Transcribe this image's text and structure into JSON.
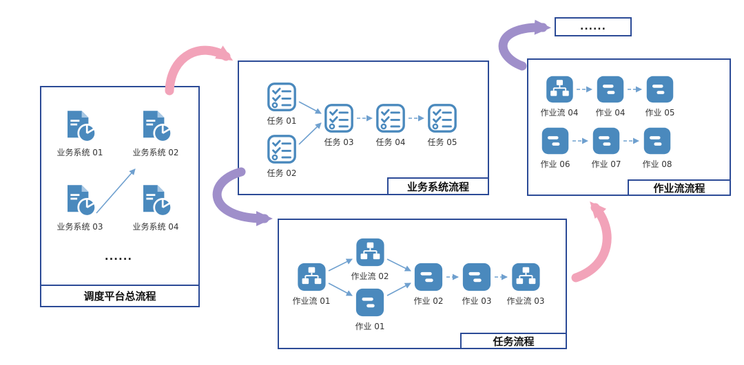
{
  "platform": {
    "title": "调度平台总流程",
    "ellipsis": "......",
    "items": [
      "业务系统 01",
      "业务系统 02",
      "业务系统 03",
      "业务系统 04"
    ]
  },
  "business": {
    "title": "业务系统流程",
    "items": [
      "任务 01",
      "任务 02",
      "任务 03",
      "任务 04",
      "任务 05"
    ]
  },
  "task": {
    "title": "任务流程",
    "items": [
      "作业流 01",
      "作业流 02",
      "作业 01",
      "作业 02",
      "作业 03",
      "作业流 03"
    ]
  },
  "jobflow": {
    "title": "作业流流程",
    "items": [
      "作业流 04",
      "作业 04",
      "作业 05",
      "作业 06",
      "作业 07",
      "作业 08"
    ]
  },
  "more": {
    "label": "......"
  },
  "icon_names": {
    "business_system": "document-pie-chart-icon",
    "task": "checklist-icon",
    "jobflow": "org-chart-icon",
    "job": "list-dash-icon"
  },
  "colors": {
    "icon_blue": "#4a89bd",
    "panel_border": "#2b4a96",
    "connector_blue": "#6fa0cf",
    "arrow_pink": "#f2a3b9",
    "arrow_purple": "#9f8fca",
    "label_text": "#333333",
    "title_text": "#111111"
  }
}
